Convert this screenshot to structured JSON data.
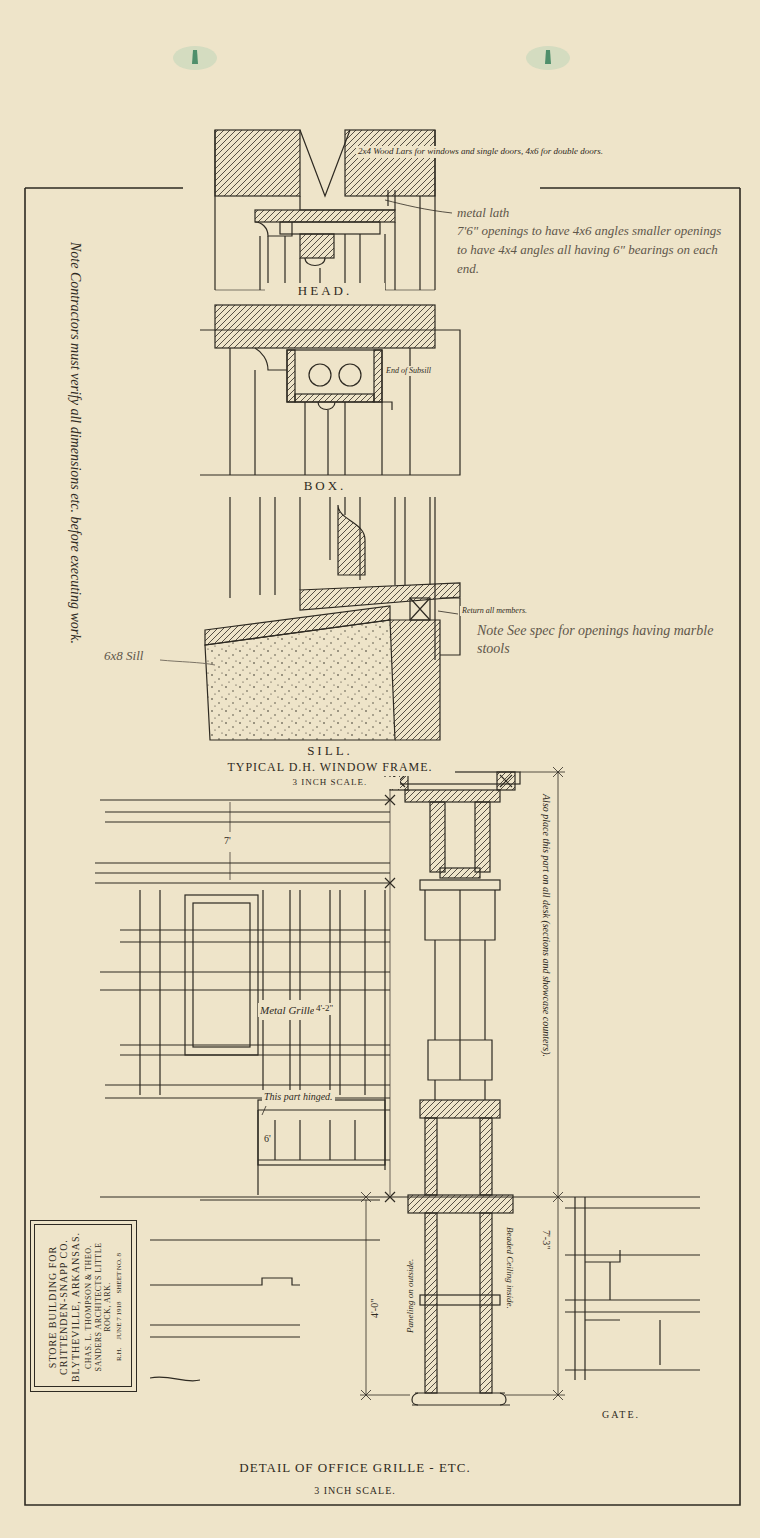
{
  "diagram": {
    "nodes": [
      {
        "text": [
          "STORE BUILDING FOR CRITTENDEN-SNAPP CO. BLYTHEVILLE, ARKANSAS.",
          "CHAS. L. THOMPSON & THEO. SANDERS ARCHITECTS LITTLE ROCK, ARK.",
          "R.H.",
          "JUNE 7 1918",
          "SHEET NO. 8"
        ]
      }
    ],
    "labels": [
      "2x4 Wood Lars for windows and single doors, 4x6 for double doors.",
      "metal lath",
      "7'6\" openings to have 4x6 angles smaller openings to have 4x4 angles all having 6\" bearings on each end.",
      "HEAD.",
      "End of Subsill",
      "BOX.",
      "Return all members.",
      "Note See spec for openings having marble stools",
      "6x8 Sill",
      "SILL.",
      "TYPICAL D.H. WINDOW FRAME.",
      "3 INCH SCALE.",
      "Note Contractors must verify all dimensions etc. before executing work.",
      "7'",
      "Metal Grille",
      "4'-2\"",
      "This part hinged.",
      "6'",
      "Also place this part on all desk (sections and showcase counters).",
      "7'-3\"",
      "4'-0\"",
      "Paneling on outside.",
      "Beaded Ceiling inside.",
      "GATE.",
      "DETAIL OF OFFICE GRILLE - ETC.",
      "3 INCH SCALE."
    ]
  }
}
